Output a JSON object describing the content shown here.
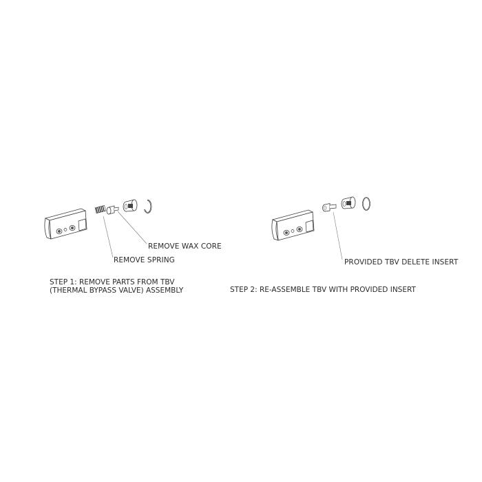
{
  "diagram": {
    "type": "exploded assembly instructions",
    "background": "#ffffff",
    "line_color": "#3a3a3a",
    "steps": [
      {
        "id": "step1",
        "caption_line1": "STEP 1: REMOVE PARTS FROM TBV",
        "caption_line2": "(THERMAL BYPASS VALVE) ASSEMBLY",
        "callouts": [
          {
            "label": "REMOVE WAX CORE"
          },
          {
            "label": "REMOVE SPRING"
          }
        ],
        "parts": [
          "valve-housing",
          "spring",
          "wax-core",
          "valve-plug",
          "retaining-clip"
        ]
      },
      {
        "id": "step2",
        "caption": "STEP 2: RE-ASSEMBLE TBV WITH PROVIDED INSERT",
        "callouts": [
          {
            "label": "PROVIDED TBV DELETE INSERT"
          }
        ],
        "parts": [
          "valve-housing",
          "delete-insert",
          "valve-plug",
          "retaining-clip"
        ]
      }
    ]
  }
}
